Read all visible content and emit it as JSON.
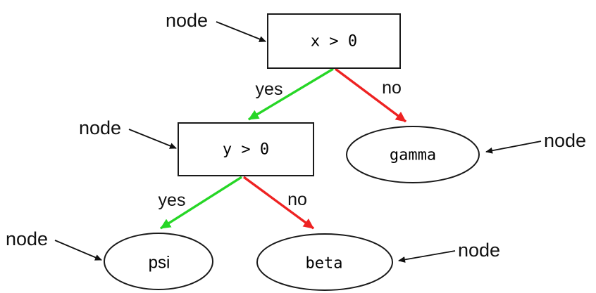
{
  "diagram": {
    "type": "decision-tree",
    "background": "#ffffff",
    "colors": {
      "yes_edge": "#26d626",
      "no_edge": "#ee2222",
      "annotation": "#111111",
      "node_border": "#1a1a1a",
      "text": "#000000"
    },
    "nodes": [
      {
        "id": "root",
        "shape": "rectangle",
        "label": "x > 0"
      },
      {
        "id": "child",
        "shape": "rectangle",
        "label": "y > 0"
      },
      {
        "id": "gamma",
        "shape": "ellipse",
        "label": "gamma"
      },
      {
        "id": "psi",
        "shape": "ellipse",
        "label": "psi"
      },
      {
        "id": "beta",
        "shape": "ellipse",
        "label": "beta"
      }
    ],
    "edges": [
      {
        "from": "x > 0",
        "to": "y > 0",
        "label": "yes",
        "color": "#26d626"
      },
      {
        "from": "x > 0",
        "to": "gamma",
        "label": "no",
        "color": "#ee2222"
      },
      {
        "from": "y > 0",
        "to": "psi",
        "label": "yes",
        "color": "#26d626"
      },
      {
        "from": "y > 0",
        "to": "beta",
        "label": "no",
        "color": "#ee2222"
      }
    ],
    "annotations": [
      {
        "label": "node",
        "points_to": "x > 0"
      },
      {
        "label": "node",
        "points_to": "y > 0"
      },
      {
        "label": "node",
        "points_to": "gamma"
      },
      {
        "label": "node",
        "points_to": "psi"
      },
      {
        "label": "node",
        "points_to": "beta"
      }
    ]
  }
}
